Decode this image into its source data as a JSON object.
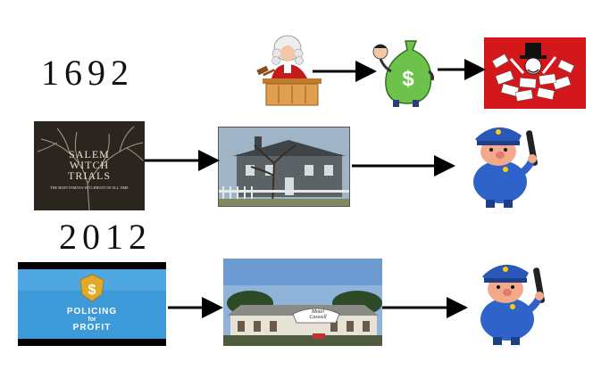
{
  "years": {
    "top": "1692",
    "bottom": "2012"
  },
  "book": {
    "title_line1": "SALEM",
    "title_line2": "WITCH",
    "title_line3": "TRIALS",
    "subtitle": "THE MOST FAMOUS WITCHHUNT OF ALL TIME"
  },
  "policing": {
    "line1": "POLICING",
    "line2": "for",
    "line3": "PROFIT"
  },
  "motel": {
    "sign_line1": "Motel",
    "sign_line2": "Caswell"
  },
  "colors": {
    "arrow": "#000000",
    "redbox": "#d4171a",
    "police_blue": "#2f63c9",
    "skin": "#f4a98a",
    "gavel_robe": "#c41a1a",
    "money_green": "#6cc24a"
  }
}
